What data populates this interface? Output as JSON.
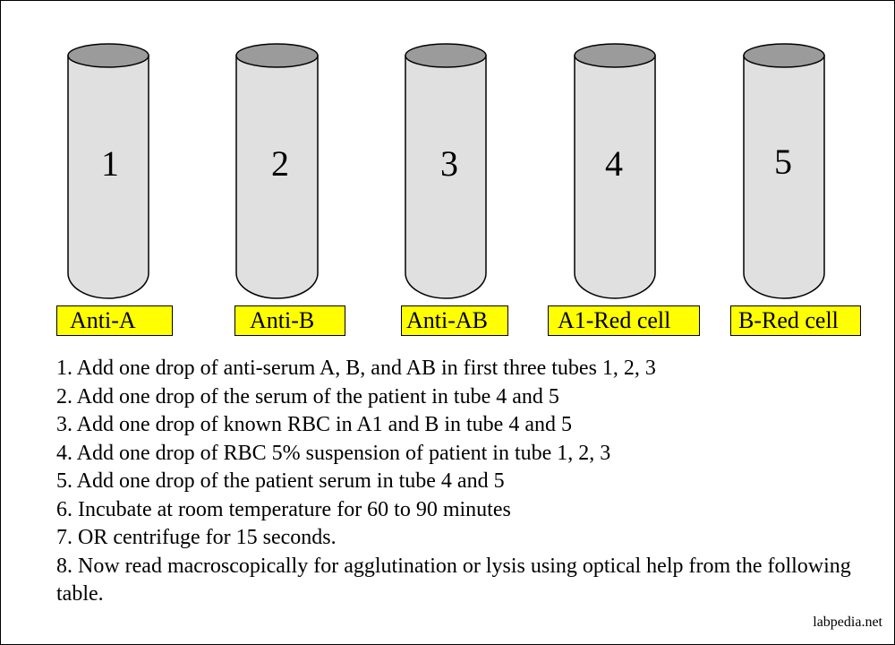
{
  "tubes": [
    {
      "number": "1",
      "label": "Anti-A"
    },
    {
      "number": "2",
      "label": " Anti-B"
    },
    {
      "number": "3",
      "label": "Anti-AB"
    },
    {
      "number": "4",
      "label": "A1-Red cell"
    },
    {
      "number": "5",
      "label": "B-Red cell"
    }
  ],
  "steps": [
    "1. Add one drop of anti-serum A, B, and AB in first three tubes 1, 2, 3",
    "2. Add one drop of the serum of the patient in tube 4 and 5",
    "3. Add one drop of known RBC in A1 and B in tube 4 and 5",
    "4. Add one drop of RBC 5% suspension of patient in tube 1, 2, 3",
    "5. Add one drop of the patient serum in tube 4 and 5",
    "6. Incubate at room temperature for 60 to 90 minutes",
    "7. OR  centrifuge for 15 seconds.",
    "8. Now read macroscopically for agglutination or lysis using optical help from the following table."
  ],
  "credit": "labpedia.net",
  "colors": {
    "tube_body": "#e0e0e0",
    "tube_top": "#9b9b9b",
    "label_bg": "#ffff00",
    "outline": "#000000"
  }
}
